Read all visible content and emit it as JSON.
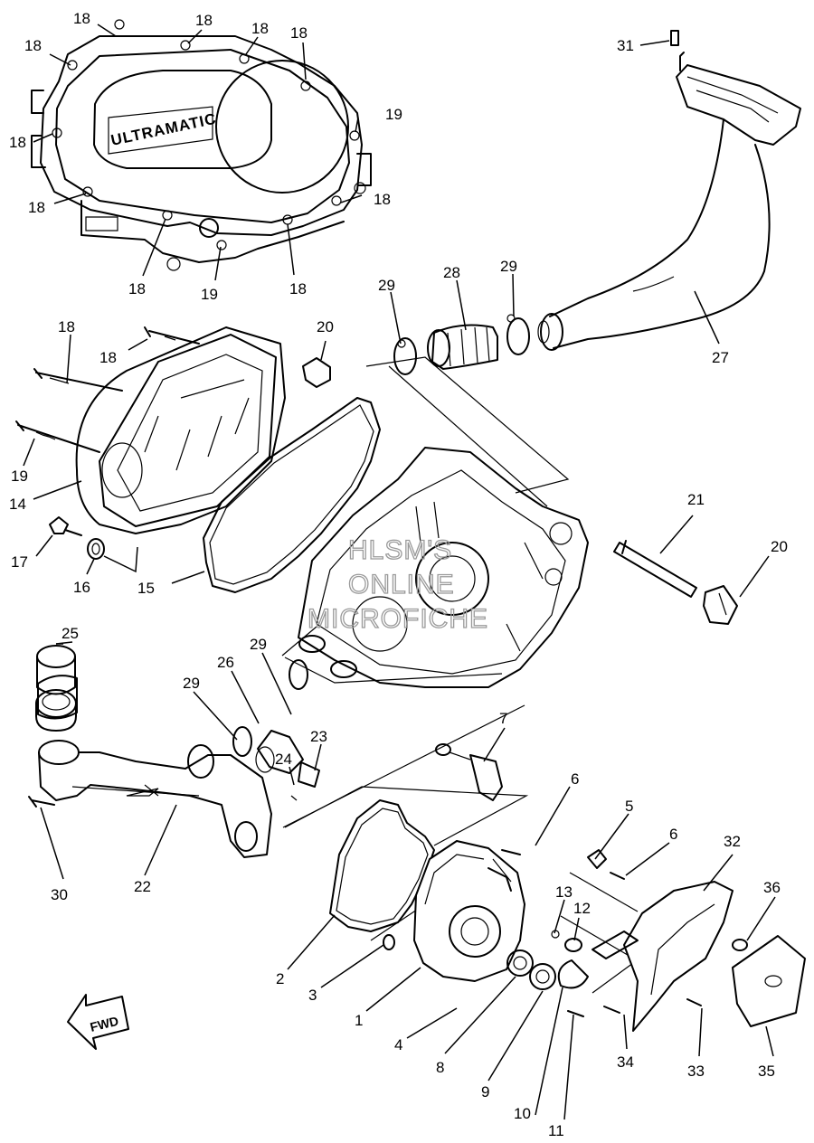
{
  "cover_logo": "ULTRAMATIC",
  "fwd_arrow": {
    "label": "FWD",
    "icon": "fwd-arrow-icon"
  },
  "watermark": {
    "line1": "HLSM'S",
    "line2": "ONLINE",
    "line3": "MICROFICHE"
  },
  "colors": {
    "line": "#000000",
    "background": "#ffffff",
    "watermark": "#9a9a9a"
  },
  "callouts": [
    {
      "id": "c18a",
      "text": "18"
    },
    {
      "id": "c18b",
      "text": "18"
    },
    {
      "id": "c18c",
      "text": "18"
    },
    {
      "id": "c18d",
      "text": "18"
    },
    {
      "id": "c18e",
      "text": "18"
    },
    {
      "id": "c18f",
      "text": "18"
    },
    {
      "id": "c18g",
      "text": "18"
    },
    {
      "id": "c18h",
      "text": "18"
    },
    {
      "id": "c18i",
      "text": "18"
    },
    {
      "id": "c18j",
      "text": "18"
    },
    {
      "id": "c19a",
      "text": "19"
    },
    {
      "id": "c19b",
      "text": "19"
    },
    {
      "id": "c31",
      "text": "31"
    },
    {
      "id": "c29a",
      "text": "29"
    },
    {
      "id": "c28",
      "text": "28"
    },
    {
      "id": "c29b",
      "text": "29"
    },
    {
      "id": "c27",
      "text": "27"
    },
    {
      "id": "c18k",
      "text": "18"
    },
    {
      "id": "c18l",
      "text": "18"
    },
    {
      "id": "c20a",
      "text": "20"
    },
    {
      "id": "c19c",
      "text": "19"
    },
    {
      "id": "c14",
      "text": "14"
    },
    {
      "id": "c17",
      "text": "17"
    },
    {
      "id": "c16",
      "text": "16"
    },
    {
      "id": "c15",
      "text": "15"
    },
    {
      "id": "c21",
      "text": "21"
    },
    {
      "id": "c20b",
      "text": "20"
    },
    {
      "id": "c25",
      "text": "25"
    },
    {
      "id": "c29c",
      "text": "29"
    },
    {
      "id": "c26",
      "text": "26"
    },
    {
      "id": "c29d",
      "text": "29"
    },
    {
      "id": "c23",
      "text": "23"
    },
    {
      "id": "c24",
      "text": "24"
    },
    {
      "id": "c7",
      "text": "7"
    },
    {
      "id": "c30",
      "text": "30"
    },
    {
      "id": "c22",
      "text": "22"
    },
    {
      "id": "c6a",
      "text": "6"
    },
    {
      "id": "c5",
      "text": "5"
    },
    {
      "id": "c6b",
      "text": "6"
    },
    {
      "id": "c32",
      "text": "32"
    },
    {
      "id": "c36",
      "text": "36"
    },
    {
      "id": "c13",
      "text": "13"
    },
    {
      "id": "c12",
      "text": "12"
    },
    {
      "id": "c2",
      "text": "2"
    },
    {
      "id": "c3",
      "text": "3"
    },
    {
      "id": "c1",
      "text": "1"
    },
    {
      "id": "c4",
      "text": "4"
    },
    {
      "id": "c8",
      "text": "8"
    },
    {
      "id": "c9",
      "text": "9"
    },
    {
      "id": "c10",
      "text": "10"
    },
    {
      "id": "c11",
      "text": "11"
    },
    {
      "id": "c34",
      "text": "34"
    },
    {
      "id": "c33",
      "text": "33"
    },
    {
      "id": "c35",
      "text": "35"
    }
  ]
}
